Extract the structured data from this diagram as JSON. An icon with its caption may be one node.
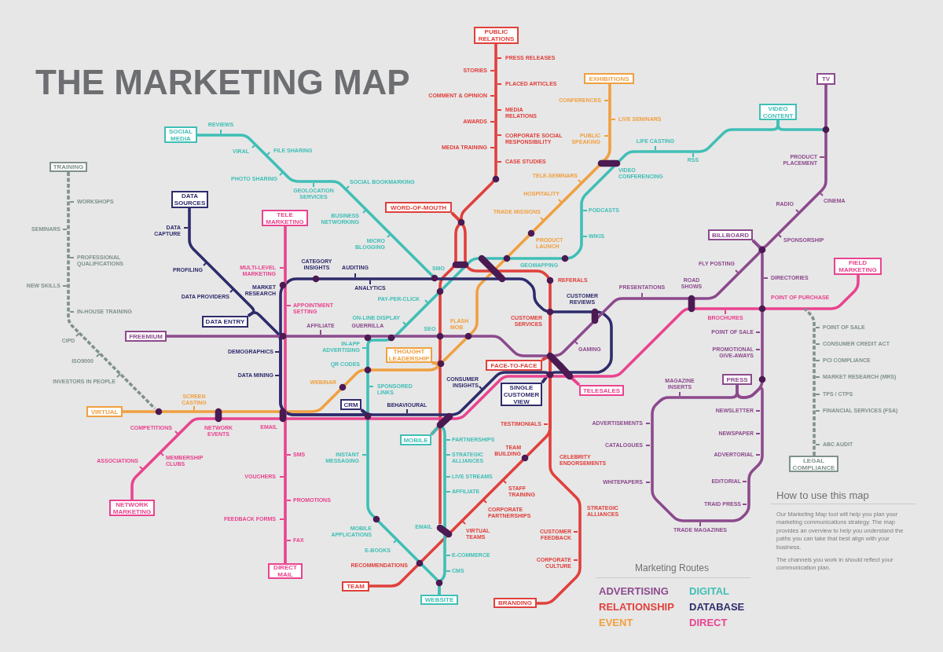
{
  "diagram": {
    "title": "THE MARKETING MAP",
    "nodes": [
      {
        "text": [
          "PUBLIC RELATIONS"
        ]
      },
      {
        "text": [
          "EXHIBITIONS"
        ]
      },
      {
        "text": [
          "TV"
        ]
      },
      {
        "text": [
          "VIDEO CONTENT"
        ]
      },
      {
        "text": [
          "SOCIAL MEDIA"
        ]
      },
      {
        "text": [
          "TRAINING"
        ]
      },
      {
        "text": [
          "DATA SOURCES"
        ]
      },
      {
        "text": [
          "WORD-OF-MOUTH"
        ]
      },
      {
        "text": [
          "TELE MARKETING"
        ]
      },
      {
        "text": [
          "BILLBOARD"
        ]
      },
      {
        "text": [
          "FIELD MARKETING"
        ]
      },
      {
        "text": [
          "SMO"
        ]
      },
      {
        "text": [
          "DATA ENTRY"
        ]
      },
      {
        "text": [
          "FREEMIUM"
        ]
      },
      {
        "text": [
          "THOUGHT LEADERSHIP"
        ]
      },
      {
        "text": [
          "FACE-TO-FACE"
        ]
      },
      {
        "text": [
          "PRESS"
        ]
      },
      {
        "text": [
          "SINGLE CUSTOMER VIEW"
        ]
      },
      {
        "text": [
          "TELESALES"
        ]
      },
      {
        "text": [
          "CRM"
        ]
      },
      {
        "text": [
          "VIRTUAL"
        ]
      },
      {
        "text": [
          "MOBILE"
        ]
      },
      {
        "text": [
          "LEGAL COMPLIANCE"
        ]
      },
      {
        "text": [
          "NETWORK MARKETING"
        ]
      },
      {
        "text": [
          "EMAIL"
        ]
      },
      {
        "text": [
          "DIRECT MAIL"
        ]
      },
      {
        "text": [
          "TEAM"
        ]
      },
      {
        "text": [
          "WEBSITE"
        ]
      },
      {
        "text": [
          "BRANDING"
        ]
      }
    ],
    "edges": [
      {
        "from": 0,
        "to": 7,
        "arrow": "none",
        "color": "#e0403c"
      },
      {
        "from": 7,
        "to": 15,
        "arrow": "none",
        "color": "#e0403c"
      },
      {
        "from": 7,
        "to": 14,
        "arrow": "none",
        "color": "#e0403c"
      },
      {
        "from": 14,
        "to": 21,
        "arrow": "none",
        "color": "#e0403c"
      },
      {
        "from": 21,
        "to": 24,
        "arrow": "none",
        "color": "#e0403c"
      },
      {
        "from": 15,
        "to": 28,
        "arrow": "none",
        "color": "#e0403c"
      },
      {
        "from": 26,
        "to": 15,
        "arrow": "none",
        "color": "#e0403c"
      },
      {
        "from": 1,
        "to": 14,
        "arrow": "none",
        "color": "#f0a040"
      },
      {
        "from": 14,
        "to": 20,
        "arrow": "none",
        "color": "#f0a040"
      },
      {
        "from": 4,
        "to": 11,
        "arrow": "none",
        "color": "#40bfb6"
      },
      {
        "from": 3,
        "to": 27,
        "arrow": "none",
        "color": "#40bfb6"
      },
      {
        "from": 3,
        "to": null,
        "arrow": "none",
        "color": "#40bfb6"
      },
      {
        "from": 21,
        "to": 27,
        "arrow": "none",
        "color": "#40bfb6"
      },
      {
        "from": 6,
        "to": 12,
        "arrow": "none",
        "color": "#2f2c6c"
      },
      {
        "from": 12,
        "to": 19,
        "arrow": "none",
        "color": "#2f2c6c"
      },
      {
        "from": 19,
        "to": 17,
        "arrow": "none",
        "color": "#2f2c6c"
      },
      {
        "from": 17,
        "to": 19,
        "arrow": "none",
        "color": "#2f2c6c"
      },
      {
        "from": 8,
        "to": 25,
        "arrow": "none",
        "color": "#e9448f"
      },
      {
        "from": 23,
        "to": 18,
        "arrow": "none",
        "color": "#e9448f"
      },
      {
        "from": 18,
        "to": 10,
        "arrow": "none",
        "color": "#e9448f"
      },
      {
        "from": 13,
        "to": 9,
        "arrow": "none",
        "color": "#8c4a8d"
      },
      {
        "from": 9,
        "to": 2,
        "arrow": "none",
        "color": "#8c4a8d"
      },
      {
        "from": 9,
        "to": 16,
        "arrow": "none",
        "color": "#8c4a8d"
      },
      {
        "from": 16,
        "to": 16,
        "arrow": "none",
        "color": "#8c4a8d"
      },
      {
        "from": 5,
        "to": null,
        "arrow": "none",
        "style": "dashed",
        "color": "#80928a"
      },
      {
        "from": 22,
        "to": null,
        "arrow": "none",
        "style": "dashed",
        "color": "#80928a"
      }
    ],
    "labels": [
      "PRESS RELEASES",
      "STORIES",
      "PLACED ARTICLES",
      "COMMENT & OPINION",
      "CONFERENCES",
      "MEDIA RELATIONS",
      "LIVE SEMINARS",
      "AWARDS",
      "REVIEWS",
      "CORPORATE SOCIAL RESPONSIBILITY",
      "PUBLIC SPEAKING",
      "LIFE CASTING",
      "MEDIA TRAINING",
      "VIRAL",
      "FILE SHARING",
      "PRODUCT PLACEMENT",
      "RSS",
      "CASE STUDIES",
      "VIDEO CONFERENCING",
      "TELE-SEMINARS",
      "PHOTO SHARING",
      "SOCIAL BOOKMARKING",
      "GEOLOCATION SERVICES",
      "HOSPITALITY",
      "CINEMA",
      "WORKSHOPS",
      "RADIO",
      "PODCASTS",
      "TRADE MISSIONS",
      "BUSINESS NETWORKING",
      "SEMINARS",
      "DATA CAPTURE",
      "WIKIS",
      "SPONSORSHIP",
      "PRODUCT LAUNCH",
      "MICRO BLOGGING",
      "PROFESSIONAL QUALIFICATIONS",
      "FLY POSTING",
      "CATEGORY INSIGHTS",
      "GEOMAPPING",
      "AUDITING",
      "PROFILING",
      "MULTI-LEVEL MARKETING",
      "DIRECTORIES",
      "REFERALS",
      "ROAD SHOWS",
      "NEW SKILLS",
      "PRESENTATIONS",
      "ANALYTICS",
      "MARKET RESEARCH",
      "DATA PROVIDERS",
      "POINT OF PURCHASE",
      "PAY-PER-CLICK",
      "CUSTOMER REVIEWS",
      "APPOINTMENT SETTING",
      "IN-HOUSE TRAINING",
      "ON-LINE DISPLAY",
      "BROCHURES",
      "CUSTOMER SERVICES",
      "FLASH MOB",
      "AFFILIATE",
      "GUERRILLA",
      "POINT OF SALE",
      "SEO",
      "POINT OF SALE",
      "CIPD",
      "CONSUMER CREDIT ACT",
      "IN-APP ADVERTISING",
      "GAMING",
      "DEMOGRAPHICS",
      "PROMOTIONAL GIVE-AWAYS",
      "PCI COMPLIANCE",
      "ISO9000",
      "QR CODES",
      "DATA MINING",
      "MARKET RESEARCH (MRS)",
      "INVESTORS IN PEOPLE",
      "WEBINAR",
      "CONSUMER INSIGHTS",
      "MAGAZINE INSERTS",
      "SPONSORED LINKS",
      "TPS / CTPS",
      "SCREEN CASTING",
      "BEHAVIOURAL",
      "NEWSLETTER",
      "FINANCIAL SERVICES (FSA)",
      "ADVERTISEMENTS",
      "TESTIMONIALS",
      "COMPETITIONS",
      "EMAIL",
      "NETWORK EVENTS",
      "NEWSPAPER",
      "PARTNERSHIPS",
      "ABC AUDIT",
      "CATALOGUES",
      "TEAM BUILDING",
      "SMS",
      "ADVERTORIAL",
      "INSTANT MESSAGING",
      "STRATEGIC ALLIANCES",
      "CELEBRITY ENDORSEMENTS",
      "ASSOCIATIONS",
      "MEMBERSHIP CLUBS",
      "VOUCHERS",
      "LIVE STREAMS",
      "EDITORIAL",
      "WHITEPAPERS",
      "AFFILIATE",
      "STAFF TRAINING",
      "PROMOTIONS",
      "TRAID PRESS",
      "STRATEGIC ALLIANCES",
      "CORPORATE PARTNERSHIPS",
      "FEEDBACK FORMS",
      "TRADE MAGAZINES",
      "MOBILE APPLICATIONS",
      "VIRTUAL TEAMS",
      "CUSTOMER FEEDBACK",
      "FAX",
      "E-BOOKS",
      "E-COMMERCE",
      "CORPORATE CULTURE",
      "RECOMMENDATIONS",
      "CMS",
      "How to use this map",
      "Our Marketing Map tool will help you plan your marketing communications strategy. The map provides an overview to help you understand the paths you can take that best align with your business.",
      "The channels you work in should reflect your communication plan.",
      "Marketing Routes"
    ],
    "legend": [
      {
        "text": "ADVERTISING",
        "color": "#8c4a8d"
      },
      {
        "text": "DIGITAL",
        "color": "#40bfb6"
      },
      {
        "text": "RELATIONSHIP",
        "color": "#e0403c"
      },
      {
        "text": "DATABASE",
        "color": "#2f2c6c"
      },
      {
        "text": "EVENT",
        "color": "#f0a040"
      },
      {
        "text": "DIRECT",
        "color": "#e9448f"
      }
    ]
  }
}
